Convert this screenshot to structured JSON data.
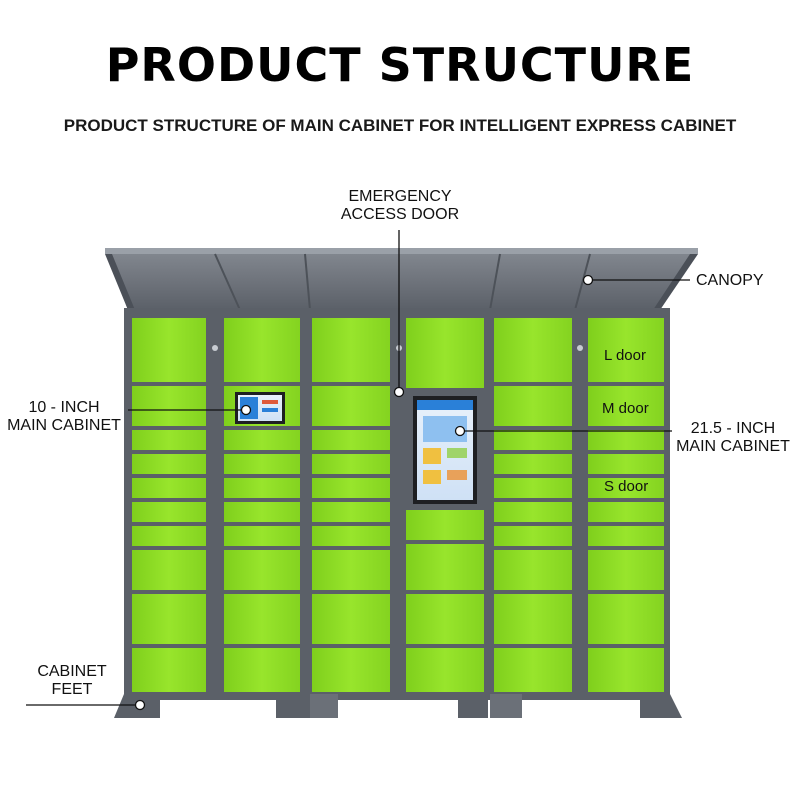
{
  "header": {
    "title": "PRODUCT STRUCTURE",
    "subtitle": "PRODUCT STRUCTURE OF MAIN CABINET FOR INTELLIGENT EXPRESS CABINET"
  },
  "callouts": {
    "emergency": [
      "EMERGENCY",
      "ACCESS DOOR"
    ],
    "canopy": "CANOPY",
    "ten_inch": [
      "10 - INCH",
      "MAIN CABINET"
    ],
    "twenty_one_inch": [
      "21.5 - INCH",
      "MAIN CABINET"
    ],
    "feet": [
      "CABINET",
      "FEET"
    ]
  },
  "door_labels": {
    "l": "L door",
    "m": "M door",
    "s": "S door"
  },
  "colors": {
    "door_green": "#8ddc24",
    "frame_gray": "#5b6068",
    "canopy_gray": "#6f747c",
    "screen_blue": "#2a80d8"
  }
}
